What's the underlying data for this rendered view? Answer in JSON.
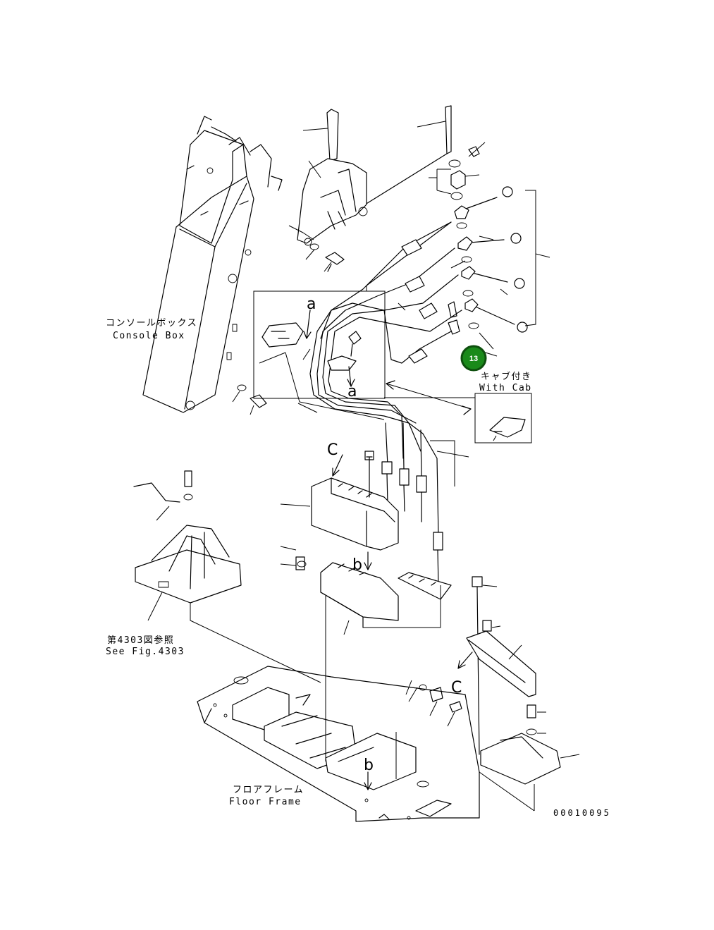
{
  "labels": {
    "console_box_jp": "コンソールボックス",
    "console_box_en": "Console Box",
    "with_cab_jp": "キャブ付き",
    "with_cab_en": "With Cab",
    "see_fig_jp": "第4303図参照",
    "see_fig_en": "See Fig.4303",
    "floor_frame_jp": "フロアフレーム",
    "floor_frame_en": "Floor Frame"
  },
  "reference_letters": {
    "a_top": "a",
    "a_bottom": "a",
    "b_top": "b",
    "b_bottom": "b",
    "c_top": "C",
    "c_bottom": "C"
  },
  "drawing_code": "00010095",
  "callout": {
    "number": "13",
    "color": "#1a8a1a"
  }
}
